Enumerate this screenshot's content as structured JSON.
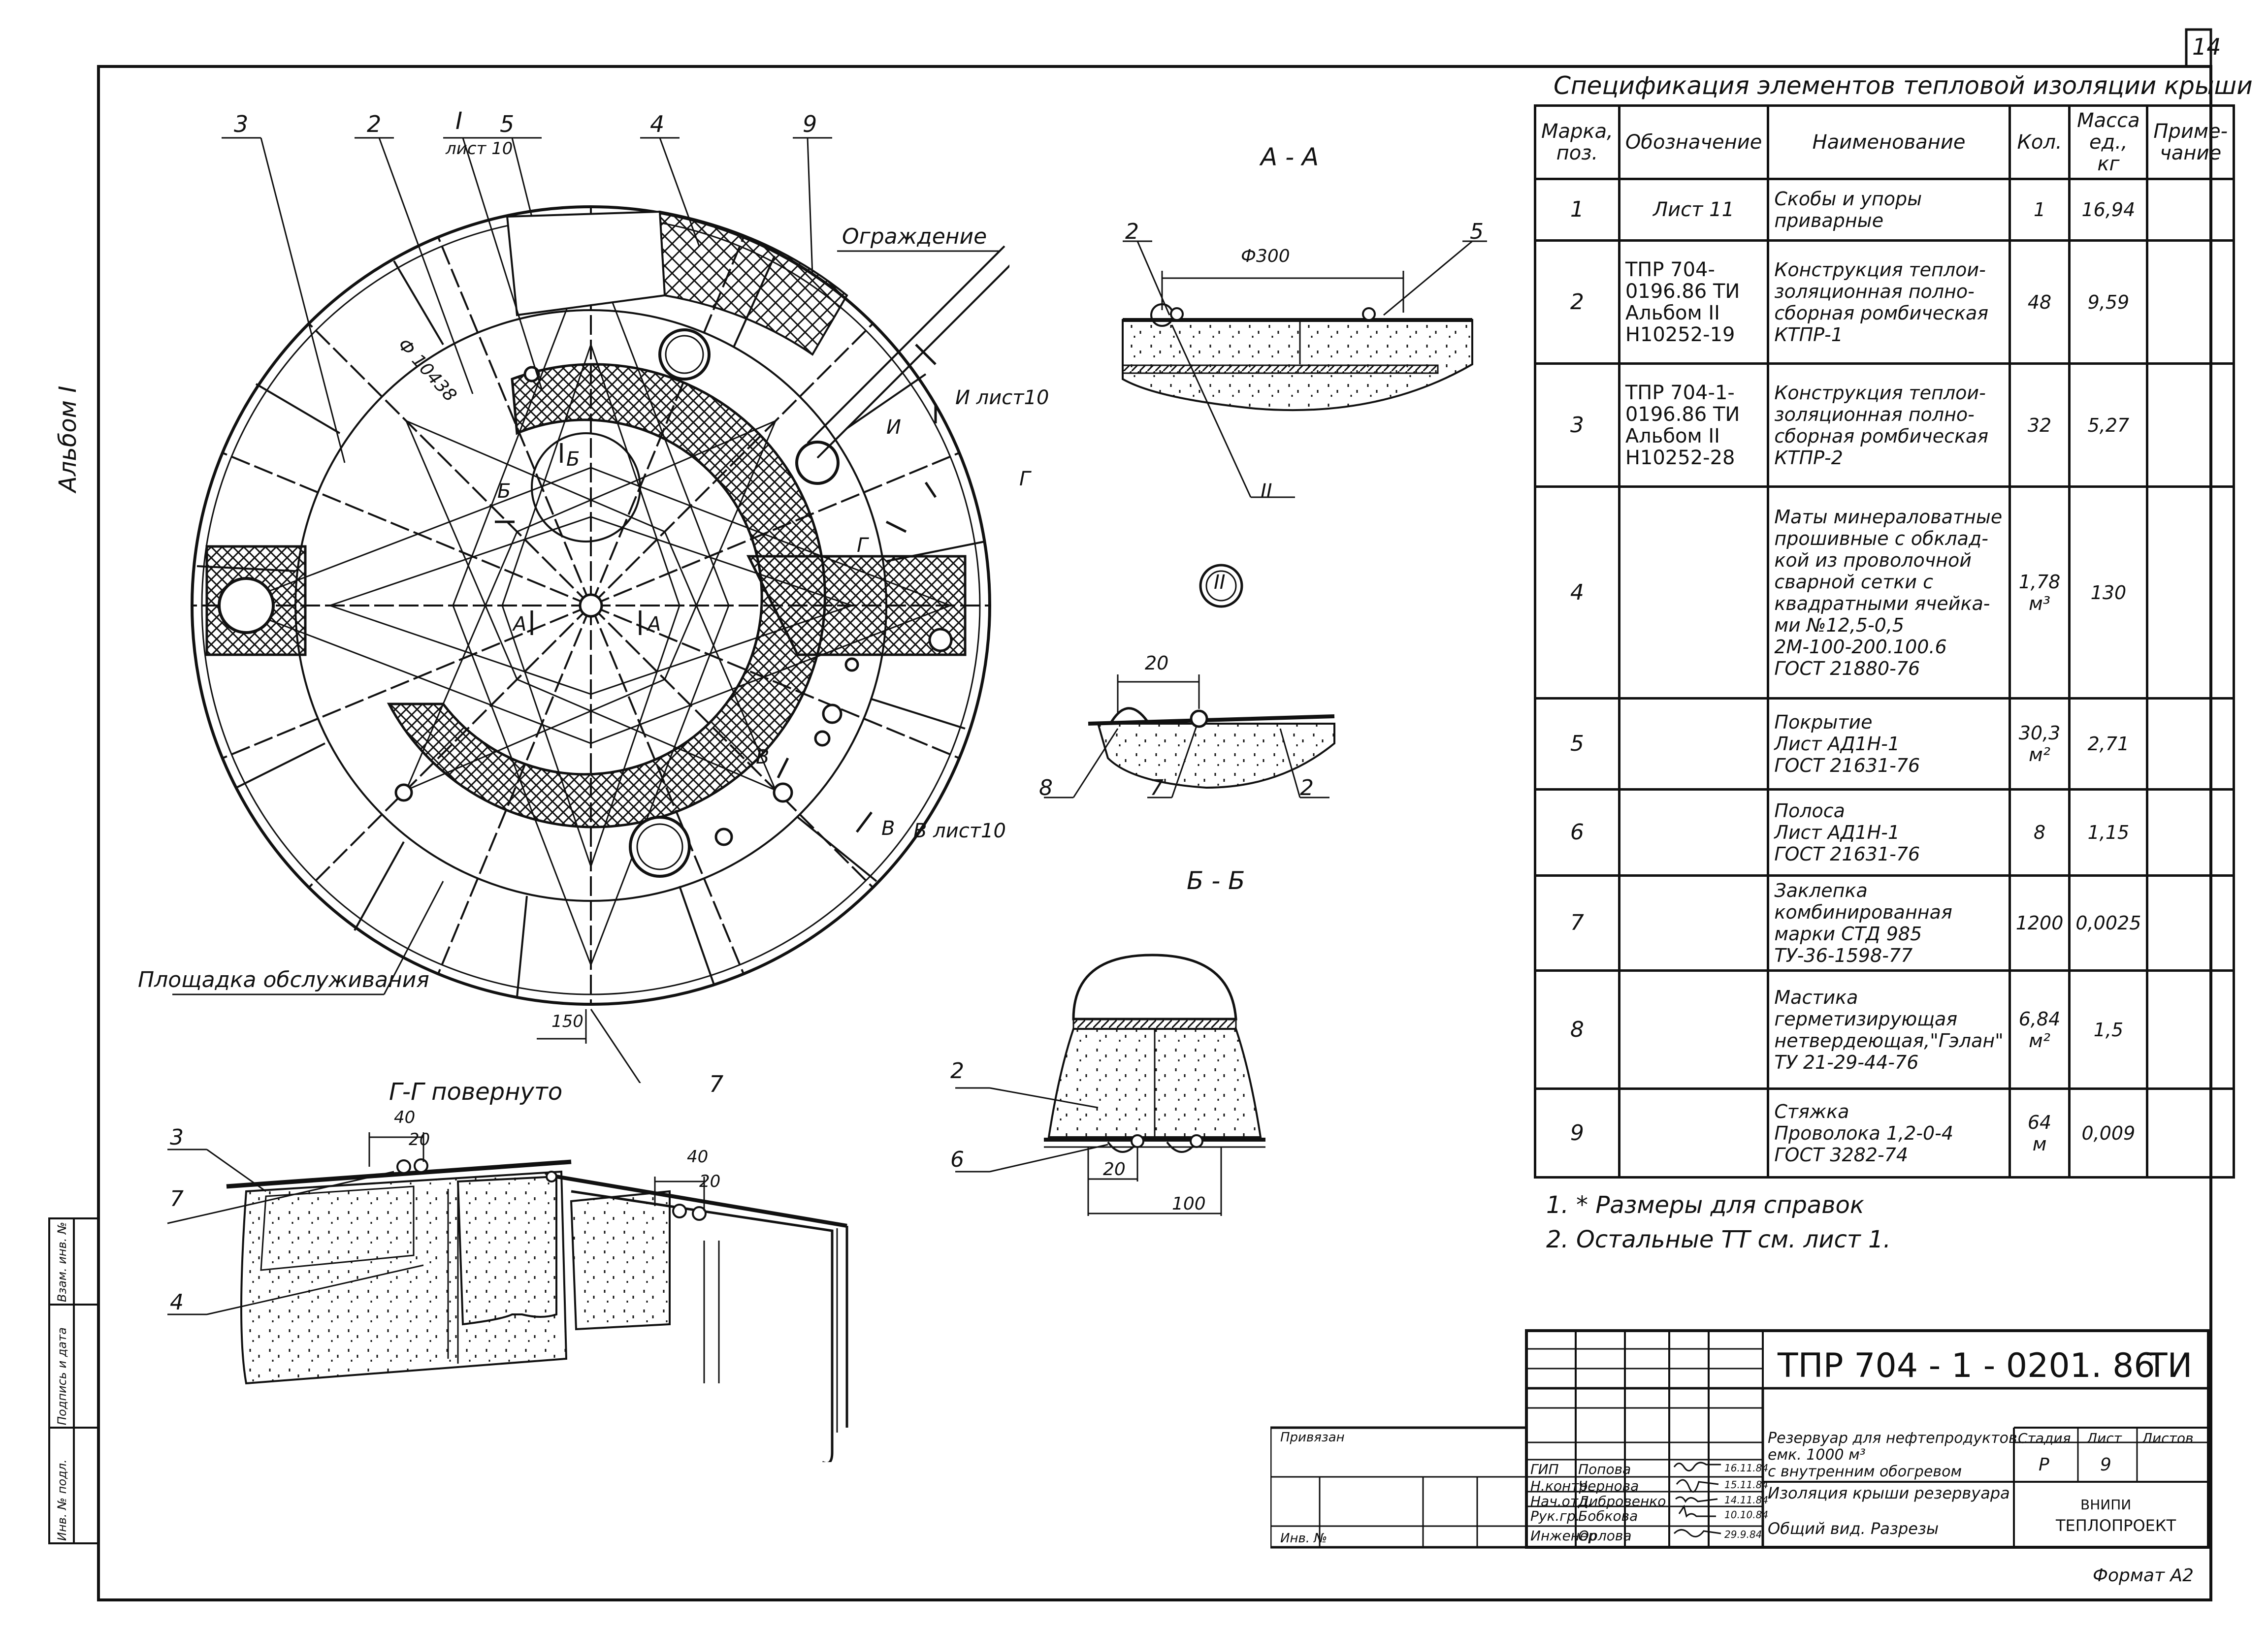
{
  "sheet_number": "14",
  "side_label": "Альбом I",
  "plan": {
    "dim_diameter": "Ф 10438",
    "section_mark": "I",
    "section_ref": "лист 10",
    "callouts": [
      "3",
      "2",
      "5",
      "4",
      "9",
      "7"
    ],
    "fence_label": "Ограждение",
    "platform_label": "Площадка обслуживания",
    "dim_150": "150",
    "cut_A": "А",
    "cut_B": "Б",
    "cut_V": "В",
    "cut_G": "Г",
    "cut_I": "И",
    "ref_I": "И лист10",
    "ref_V": "В лист10"
  },
  "section_aa": {
    "title": "А - А",
    "dim": "Ф300",
    "callouts": [
      "2",
      "5"
    ],
    "detail": "II"
  },
  "detail_ii": {
    "mark": "II",
    "dim": "20",
    "callouts": [
      "8",
      "7",
      "2"
    ]
  },
  "section_bb": {
    "title": "Б - Б",
    "dims": [
      "20",
      "100"
    ],
    "callouts": [
      "2",
      "6"
    ]
  },
  "section_gg": {
    "title": "Г-Г повернуто",
    "dims": [
      "40",
      "20",
      "40",
      "20"
    ],
    "callouts": [
      "3",
      "7",
      "4"
    ]
  },
  "spec": {
    "title": "Спецификация элементов тепловой изоляции крыши",
    "headers": [
      "Марка, поз.",
      "Обозначение",
      "Наименование",
      "Кол.",
      "Масса ед., кг",
      "Приме-чание"
    ],
    "rows": [
      {
        "pos": "1",
        "des": "Лист 11",
        "name": "Скобы и упоры\nприварные",
        "qty": "1",
        "mass": "16,94",
        "note": ""
      },
      {
        "pos": "2",
        "des": "ТПР 704-0196.86 ТИ\nАльбом II  Н10252-19",
        "name": "Конструкция теплои-\nзоляционная полно-\nсборная ромбическая\nКТПР-1",
        "qty": "48",
        "mass": "9,59",
        "note": ""
      },
      {
        "pos": "3",
        "des": "ТПР 704-1-0196.86 ТИ\nАльбом II  Н10252-28",
        "name": "Конструкция теплои-\nзоляционная полно-\nсборная ромбическая\nКТПР-2",
        "qty": "32",
        "mass": "5,27",
        "note": ""
      },
      {
        "pos": "4",
        "des": "",
        "name": "Маты минераловатные\nпрошивные с обклад-\nкой из проволочной\nсварной сетки с\nквадратными ячейка-\nми №12,5-0,5\n2М-100-200.100.6\nГОСТ 21880-76",
        "qty": "1,78\nм³",
        "mass": "130",
        "note": ""
      },
      {
        "pos": "5",
        "des": "",
        "name": "Покрытие\nЛист АД1Н-1\nГОСТ 21631-76",
        "qty": "30,3\nм²",
        "mass": "2,71",
        "note": ""
      },
      {
        "pos": "6",
        "des": "",
        "name": "Полоса\nЛист АД1Н-1\nГОСТ 21631-76",
        "qty": "8",
        "mass": "1,15",
        "note": ""
      },
      {
        "pos": "7",
        "des": "",
        "name": "Заклепка\nкомбинированная\nмарки СТД 985\nТУ-36-1598-77",
        "qty": "1200",
        "mass": "0,0025",
        "note": ""
      },
      {
        "pos": "8",
        "des": "",
        "name": "Мастика\nгерметизирующая\nнетвердеющая,\"Гэлан\"\nТУ 21-29-44-76",
        "qty": "6,84\nм²",
        "mass": "1,5",
        "note": ""
      },
      {
        "pos": "9",
        "des": "",
        "name": "Стяжка\nПроволока 1,2-0-4\nГОСТ 3282-74",
        "qty": "64\nм",
        "mass": "0,009",
        "note": ""
      }
    ]
  },
  "notes": [
    "1. * Размеры для справок",
    "2. Остальные ТТ см. лист 1."
  ],
  "title_block": {
    "code": "ТПР 704 - 1 - 0201. 86",
    "suffix": "ТИ",
    "project": "Резервуар для нефтепродуктов\nемк. 1000 м³\nс внутренним обогревом",
    "sheet_title": "Изоляция крыши резервуара\n\nОбщий вид. Разрезы",
    "stage_h": "Стадия",
    "sheet_h": "Лист",
    "sheets_h": "Листов",
    "stage": "Р",
    "sheet": "9",
    "org1": "ВНИПИ",
    "org2": "ТЕПЛОПРОЕКТ",
    "tied": "Привязан",
    "inv": "Инв. №",
    "roles": [
      "ГИП",
      "Н.контр.",
      "Нач.отд.",
      "Рук.гр.",
      "Инженер"
    ],
    "names": [
      "Попова",
      "Чернова",
      "Дибровенко",
      "Бобкова",
      "Орлова"
    ],
    "dates": [
      "16.11.84",
      "15.11.84",
      "14.11.84",
      "10.10.84",
      "29.9.84"
    ],
    "format": "Формат А2"
  },
  "side_stamps": [
    "Инв. № подл.",
    "Подпись и дата",
    "Взам. инв. №"
  ]
}
